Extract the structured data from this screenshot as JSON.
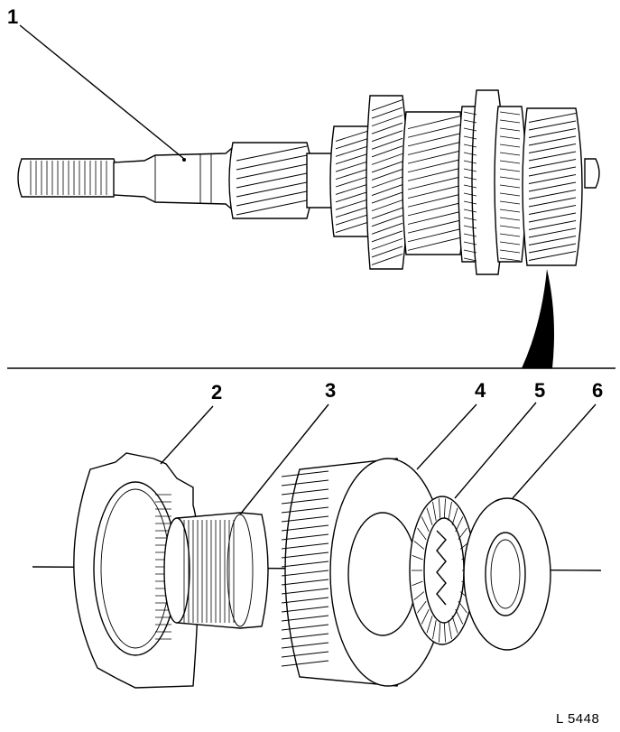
{
  "callouts": {
    "c1": "1",
    "c2": "2",
    "c3": "3",
    "c4": "4",
    "c5": "5",
    "c6": "6"
  },
  "figure_ref": "L 5448",
  "colors": {
    "line": "#000000",
    "background": "#ffffff"
  }
}
